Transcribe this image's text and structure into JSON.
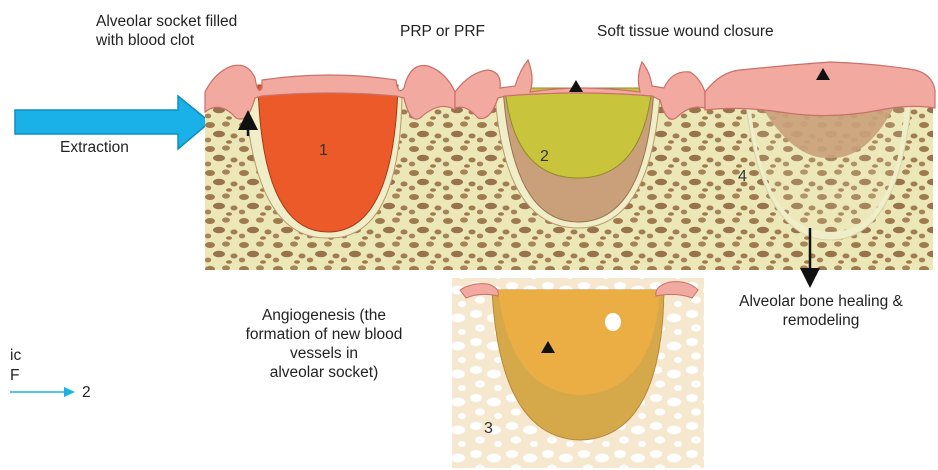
{
  "labels": {
    "socket_clot_line1": "Alveolar socket filled",
    "socket_clot_line2": "with blood clot",
    "prp_prf": "PRP or PRF",
    "soft_tissue": "Soft tissue wound closure",
    "extraction": "Extraction",
    "angiogenesis_line1": "Angiogenesis (the",
    "angiogenesis_line2": "formation of new blood",
    "angiogenesis_line3": "vessels in",
    "angiogenesis_line4": "alveolar socket)",
    "bone_healing_line1": "Alveolar bone healing &",
    "bone_healing_line2": "remodeling",
    "partial_left_1": "ic",
    "partial_left_2": "F",
    "partial_arrow_number": "2"
  },
  "stages": [
    {
      "number": "1"
    },
    {
      "number": "2"
    },
    {
      "number": "3"
    },
    {
      "number": "4"
    }
  ],
  "colors": {
    "arrow_blue": "#1ab0e8",
    "gum_pink": "#f2a9a0",
    "gum_dark": "#c9706a",
    "bone_yellow": "#eae7b4",
    "bone_pores": "#a07a4e",
    "clot_red": "#ec5a2a",
    "prf_olive": "#c8c43c",
    "granulation_tan": "#c9a07a",
    "angio_orange": "#e7a641"
  }
}
